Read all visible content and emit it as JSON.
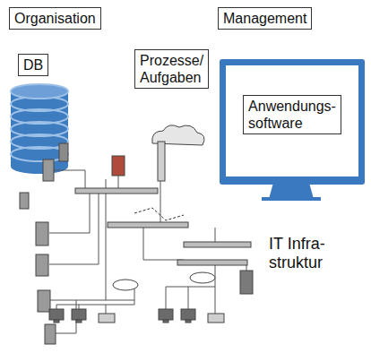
{
  "diagram": {
    "nodes": [
      {
        "text": [
          "Organisation"
        ]
      },
      {
        "text": [
          "Management"
        ]
      },
      {
        "text": [
          "Prozesse/ Aufgaben"
        ]
      },
      {
        "text": [
          "DB"
        ]
      },
      {
        "text": [
          "Anwendungs- software"
        ]
      }
    ],
    "labels": [
      "IT Infra- struktur"
    ]
  }
}
